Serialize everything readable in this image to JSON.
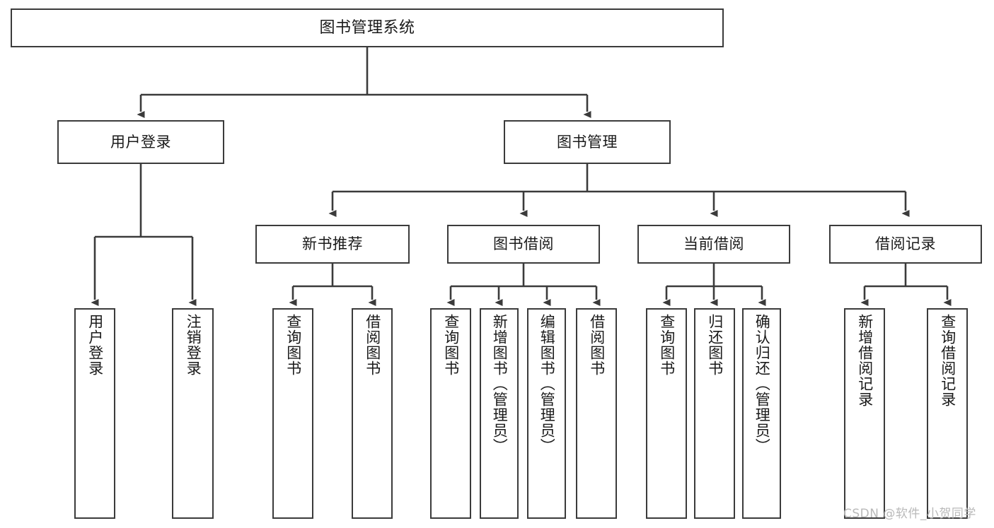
{
  "diagram": {
    "title": "图书管理系统",
    "type": "tree-structure-chart",
    "watermark": "CSDN @软件_小贺同学",
    "colors": {
      "border": "#3b3b3b",
      "background": "#ffffff",
      "text": "#1a1a1a",
      "watermark": "#b9b9b9"
    },
    "root": {
      "label": "图书管理系统"
    },
    "level2": [
      {
        "label": "用户登录"
      },
      {
        "label": "图书管理"
      }
    ],
    "level3": [
      {
        "label": "新书推荐"
      },
      {
        "label": "图书借阅"
      },
      {
        "label": "当前借阅"
      },
      {
        "label": "借阅记录"
      }
    ],
    "leaves": {
      "user_login": [
        {
          "label": "用户登录"
        },
        {
          "label": "注销登录"
        }
      ],
      "new_book": [
        {
          "label": "查询图书"
        },
        {
          "label": "借阅图书"
        }
      ],
      "book_borrow": [
        {
          "label": "查询图书"
        },
        {
          "label": "新增图书（管理员）"
        },
        {
          "label": "编辑图书（管理员）"
        },
        {
          "label": "借阅图书"
        }
      ],
      "current_borrow": [
        {
          "label": "查询图书"
        },
        {
          "label": "归还图书"
        },
        {
          "label": "确认归还（管理员）"
        }
      ],
      "borrow_record": [
        {
          "label": "新增借阅记录"
        },
        {
          "label": "查询借阅记录"
        }
      ]
    }
  }
}
